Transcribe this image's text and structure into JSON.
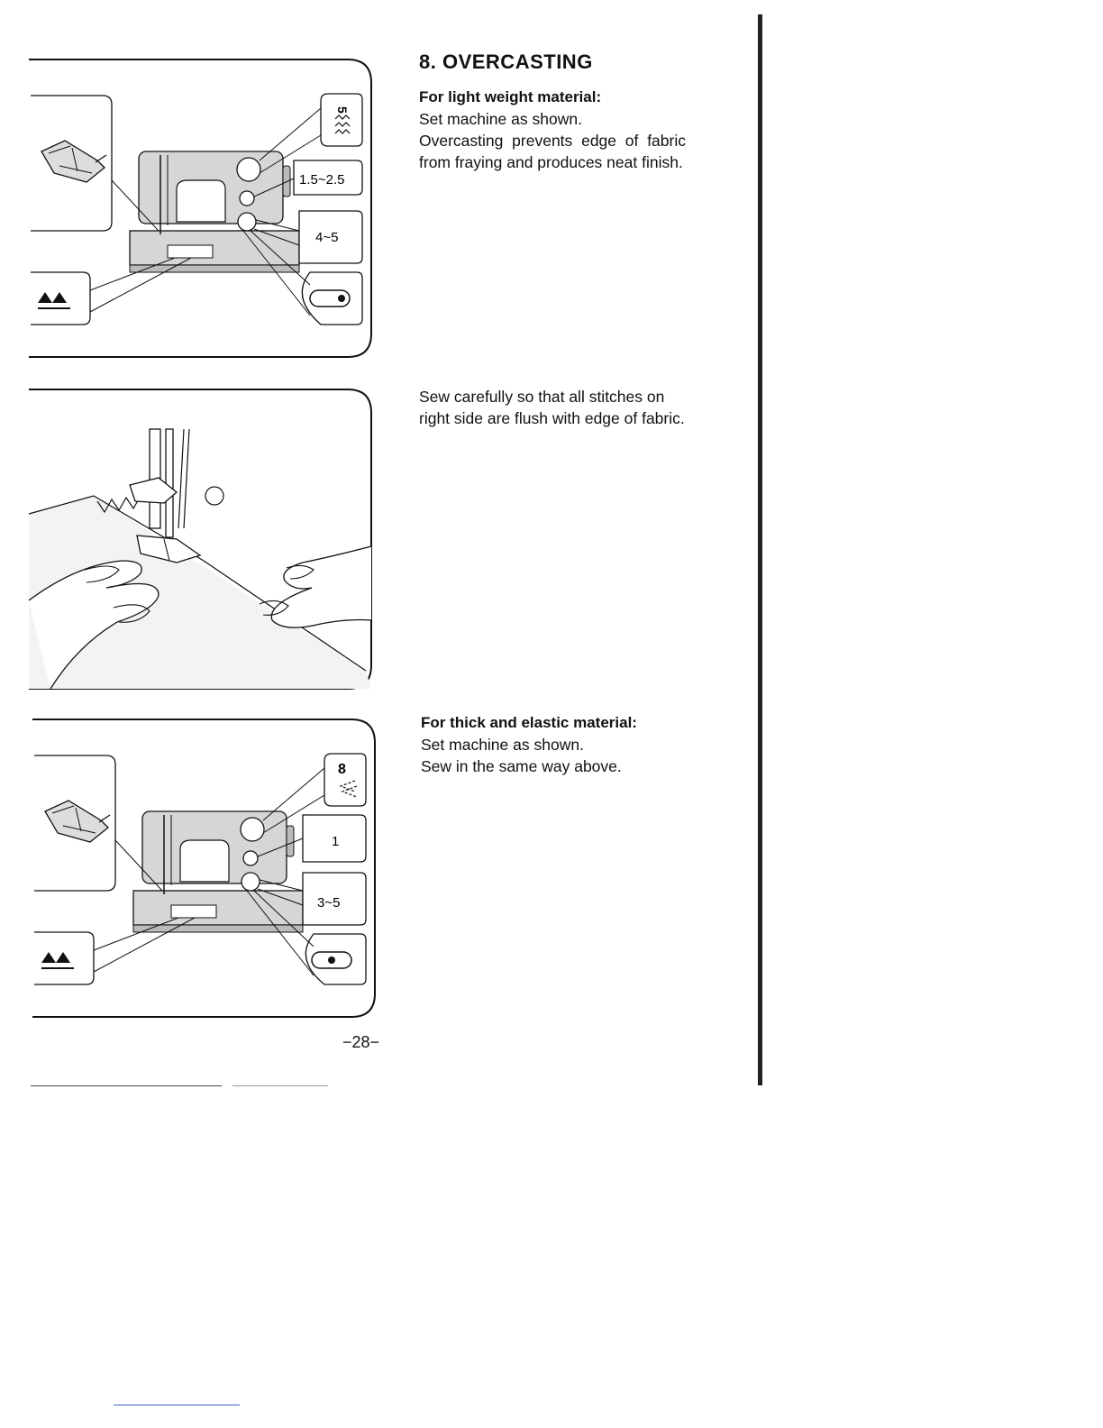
{
  "page": {
    "title": "8. OVERCASTING",
    "page_number": "−28−"
  },
  "section_light": {
    "heading": "For light weight material:",
    "lines": [
      "Set machine as shown.",
      "Overcasting prevents edge of fabric from fraying and produces neat finish."
    ]
  },
  "section_sew": {
    "text": "Sew carefully so that all stitches on right side are flush with edge of fabric."
  },
  "section_thick": {
    "heading": "For thick and elastic material:",
    "lines": [
      "Set machine as shown.",
      "Sew in the same way above."
    ]
  },
  "figure1": {
    "pattern_number": "5",
    "stitch_width": "1.5~2.5",
    "stitch_length": "4~5"
  },
  "figure3": {
    "pattern_number": "8",
    "stitch_width": "1",
    "stitch_length": "3~5"
  }
}
